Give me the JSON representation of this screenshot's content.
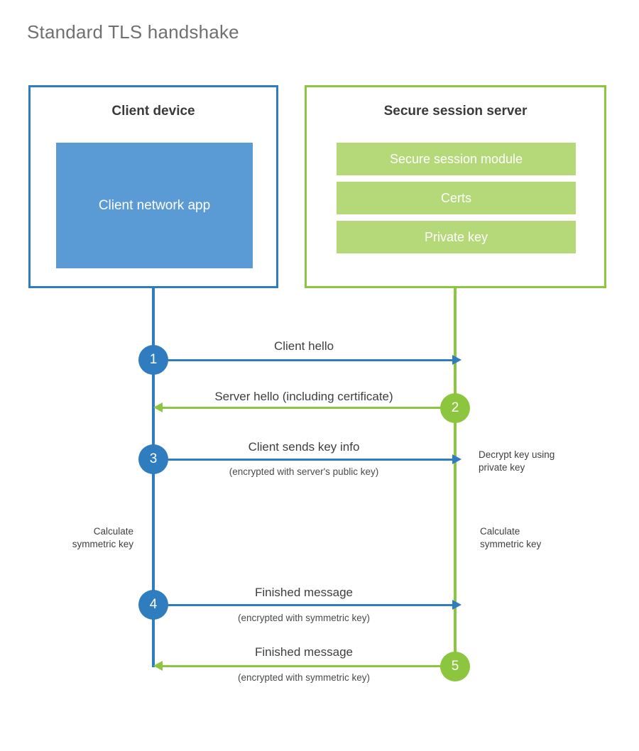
{
  "title": "Standard TLS handshake",
  "parties": {
    "client": {
      "title": "Client device",
      "app_label": "Client network app"
    },
    "server": {
      "title": "Secure session server",
      "components": [
        "Secure session module",
        "Certs",
        "Private key"
      ]
    }
  },
  "steps": [
    {
      "number": "1",
      "label": "Client hello",
      "sublabel": "",
      "direction": "client-to-server",
      "color": "#2f7cbf"
    },
    {
      "number": "2",
      "label": "Server hello (including certificate)",
      "sublabel": "",
      "direction": "server-to-client",
      "color": "#8cc63f"
    },
    {
      "number": "3",
      "label": "Client sends key info",
      "sublabel": "(encrypted with server's public key)",
      "direction": "client-to-server",
      "color": "#2f7cbf"
    },
    {
      "number": "4",
      "label": "Finished message",
      "sublabel": "(encrypted with symmetric key)",
      "direction": "client-to-server",
      "color": "#2f7cbf"
    },
    {
      "number": "5",
      "label": "Finished message",
      "sublabel": "(encrypted with symmetric key)",
      "direction": "server-to-client",
      "color": "#8cc63f"
    }
  ],
  "notes": {
    "decrypt_key": "Decrypt key using\nprivate key",
    "calculate_symmetric_key_client": "Calculate\nsymmetric key",
    "calculate_symmetric_key_server": "Calculate\nsymmetric key"
  },
  "colors": {
    "client_accent": "#2f7cbf",
    "client_app_fill": "#5b9bd5",
    "server_accent": "#8cc63f",
    "server_bar_fill": "#b5d879",
    "title_text": "#6f7072",
    "body_text": "#3f3f41",
    "background": "#ffffff"
  }
}
